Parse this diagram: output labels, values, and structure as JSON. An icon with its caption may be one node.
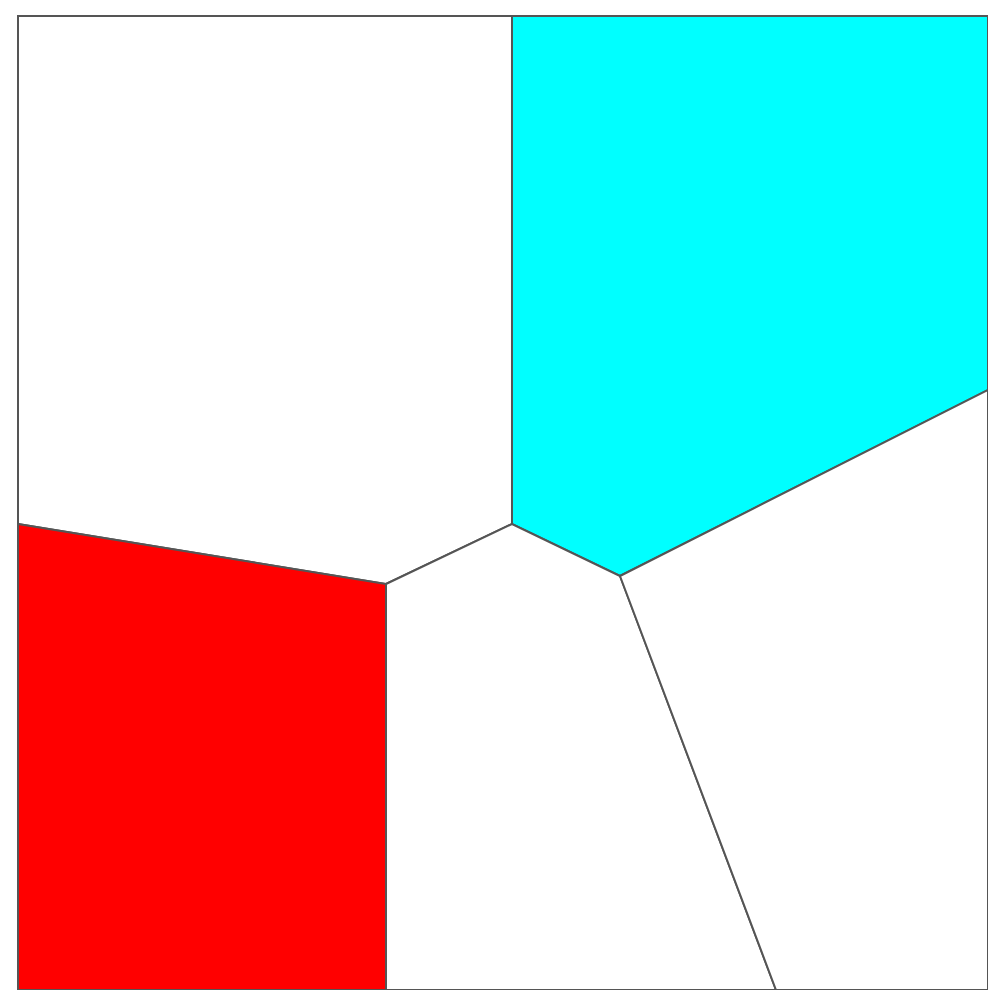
{
  "diagram": {
    "nodes": [
      {
        "text": [],
        "shape": "polygon"
      },
      {
        "text": [],
        "shape": "polygon"
      },
      {
        "text": [],
        "shape": "polygon"
      },
      {
        "text": [],
        "shape": "polygon"
      },
      {
        "text": [],
        "shape": "polygon"
      }
    ]
  }
}
